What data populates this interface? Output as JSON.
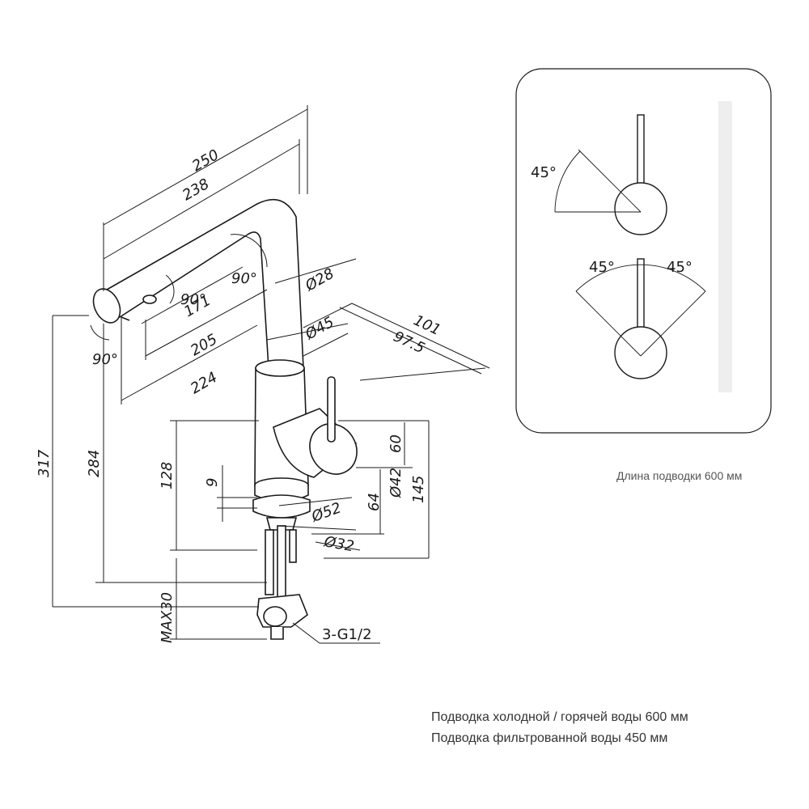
{
  "dimensions": {
    "d250": "250",
    "d238": "238",
    "d28": "Ø28",
    "d90_top": "90°",
    "d90_mid": "90°",
    "d171": "171",
    "d205": "205",
    "d90_left": "90°",
    "d224": "224",
    "d101": "101",
    "d97_5": "97.5",
    "d45dia": "Ø45",
    "d60": "60",
    "d317": "317",
    "d284": "284",
    "d128": "128",
    "d9": "9",
    "d42": "Ø42",
    "d64": "64",
    "d145": "145",
    "d52": "Ø52",
    "d32": "Ø32",
    "max30": "MAX30",
    "thread": "3-G1/2"
  },
  "lever_angles": {
    "top": "45°",
    "left": "45°",
    "right": "45°"
  },
  "notes": {
    "supply_length": "Длина подводки 600 мм",
    "cold_hot": "Подводка холодной / горячей воды 600 мм",
    "filtered": "Подводка фильтрованной воды 450 мм"
  }
}
